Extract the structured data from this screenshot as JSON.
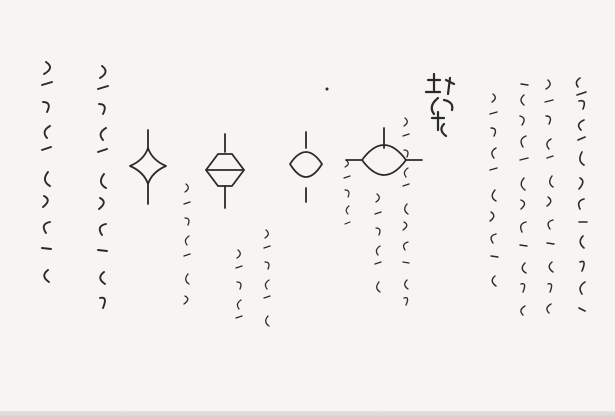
{
  "document": {
    "kind": "handwritten-manuscript",
    "script_direction": "vertical-rl",
    "ink_color": "#2a2a2a",
    "paper_color": "#f6f5f1",
    "columns_right_to_left": [
      {
        "id": "c1"
      },
      {
        "id": "c2"
      },
      {
        "id": "c3"
      },
      {
        "id": "c4"
      },
      {
        "id": "c5"
      },
      {
        "id": "c6"
      },
      {
        "id": "c7"
      },
      {
        "id": "c8"
      },
      {
        "id": "c9"
      },
      {
        "id": "c10"
      },
      {
        "id": "c11"
      },
      {
        "id": "c12"
      },
      {
        "id": "c13"
      },
      {
        "id": "c14"
      },
      {
        "id": "c15"
      }
    ],
    "bead_diagrams": [
      {
        "id": "lens-bead",
        "shape": "lens"
      },
      {
        "id": "rounded-bead",
        "shape": "rounded-rhombus"
      },
      {
        "id": "ridged-bead",
        "shape": "ridged-rhombus"
      },
      {
        "id": "pointed-bead",
        "shape": "pointed-rhombus"
      }
    ]
  }
}
